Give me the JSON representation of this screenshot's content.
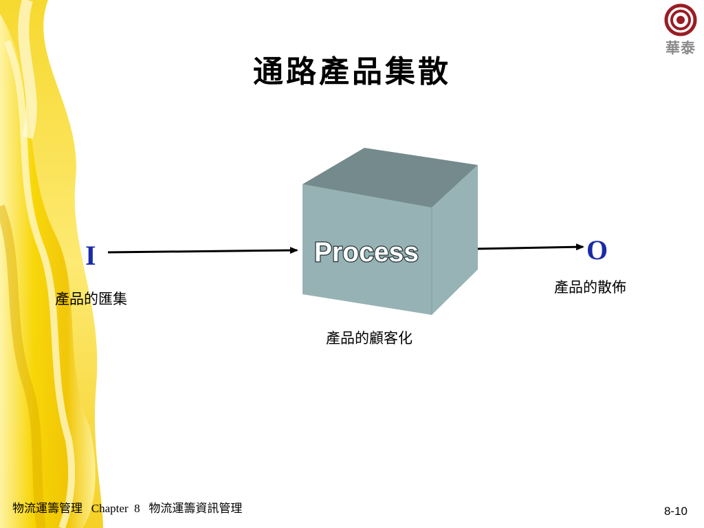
{
  "slide": {
    "title": "通路產品集散",
    "logo_text": "華泰"
  },
  "diagram": {
    "input_label": "I",
    "input_caption": "產品的匯集",
    "process_label": "Process",
    "process_caption": "產品的顧客化",
    "output_label": "O",
    "output_caption": "產品的散佈"
  },
  "footer": {
    "left_text": "物流運籌管理   Chapter  8   物流運籌資訊管理",
    "page_number": "8-10"
  },
  "colors": {
    "io_label": "#1a2aa8",
    "cube_front": "#97b2b5",
    "cube_top": "#758a8c",
    "cube_side": "#97b3b6",
    "decor_yellow": "#f5d20a"
  }
}
